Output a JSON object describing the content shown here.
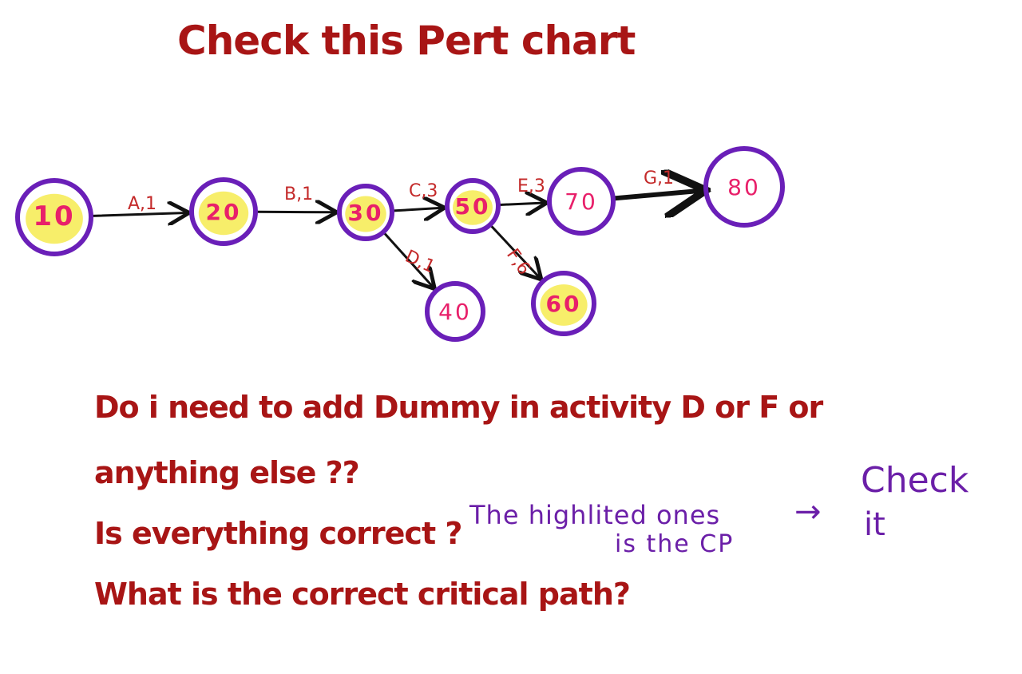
{
  "title": "Check this Pert chart",
  "nodes": [
    {
      "id": "n10",
      "label": "10",
      "highlighted": true
    },
    {
      "id": "n20",
      "label": "20",
      "highlighted": true
    },
    {
      "id": "n30",
      "label": "30",
      "highlighted": true
    },
    {
      "id": "n40",
      "label": "40",
      "highlighted": false
    },
    {
      "id": "n50",
      "label": "50",
      "highlighted": true
    },
    {
      "id": "n60",
      "label": "60",
      "highlighted": true
    },
    {
      "id": "n70",
      "label": "70",
      "highlighted": false
    },
    {
      "id": "n80",
      "label": "80",
      "highlighted": false
    }
  ],
  "edges": [
    {
      "from": "n10",
      "to": "n20",
      "label": "A,1"
    },
    {
      "from": "n20",
      "to": "n30",
      "label": "B,1"
    },
    {
      "from": "n30",
      "to": "n50",
      "label": "C,3"
    },
    {
      "from": "n30",
      "to": "n40",
      "label": "D,1"
    },
    {
      "from": "n50",
      "to": "n70",
      "label": "E,3"
    },
    {
      "from": "n50",
      "to": "n60",
      "label": "F,6"
    },
    {
      "from": "n70",
      "to": "n80",
      "label": "G,1"
    }
  ],
  "questions": {
    "q1": "Do i need to add Dummy in  activity D or F or",
    "q2": "anything else ??",
    "q3": "Is everything correct ?",
    "q4": "What is the correct critical path?"
  },
  "annotation": {
    "line1": "The highlited ones",
    "line2": "is the CP",
    "arrow": "→",
    "check1": "Check",
    "check2": "it"
  },
  "colors": {
    "title_text": "#a81515",
    "question_text": "#a81515",
    "node_ring": "#6a1fb8",
    "node_label": "#e8206a",
    "highlight_fill": "#f7ee6a",
    "edge": "#111111",
    "edge_label": "#c42a2a",
    "annotation": "#6b1fa8"
  }
}
